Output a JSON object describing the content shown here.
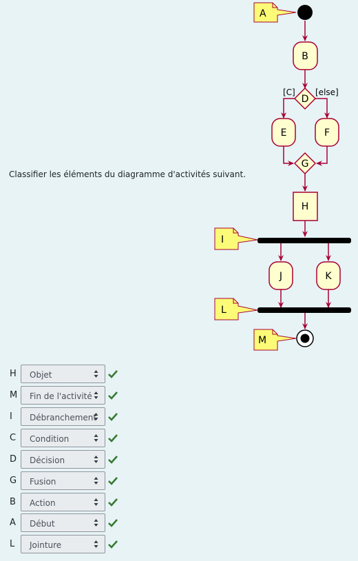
{
  "question": {
    "text": "Classifier les éléments du diagramme d'activités suivant."
  },
  "diagram": {
    "notes": [
      "A",
      "I",
      "L",
      "M"
    ],
    "nodes": [
      "B",
      "D",
      "E",
      "F",
      "G",
      "H",
      "J",
      "K"
    ],
    "guards": [
      "[C]",
      "[else]"
    ]
  },
  "answers": [
    {
      "key": "H",
      "value": "Objet",
      "correct": true
    },
    {
      "key": "M",
      "value": "Fin de l'activité",
      "correct": true
    },
    {
      "key": "I",
      "value": "Débranchement",
      "correct": true
    },
    {
      "key": "C",
      "value": "Condition",
      "correct": true
    },
    {
      "key": "D",
      "value": "Décision",
      "correct": true
    },
    {
      "key": "G",
      "value": "Fusion",
      "correct": true
    },
    {
      "key": "B",
      "value": "Action",
      "correct": true
    },
    {
      "key": "A",
      "value": "Début",
      "correct": true
    },
    {
      "key": "L",
      "value": "Jointure",
      "correct": true
    }
  ],
  "colors": {
    "arrow": "#a80036",
    "node_fill": "#fefece",
    "note_fill": "#fbfb77",
    "check": "#357a32"
  }
}
